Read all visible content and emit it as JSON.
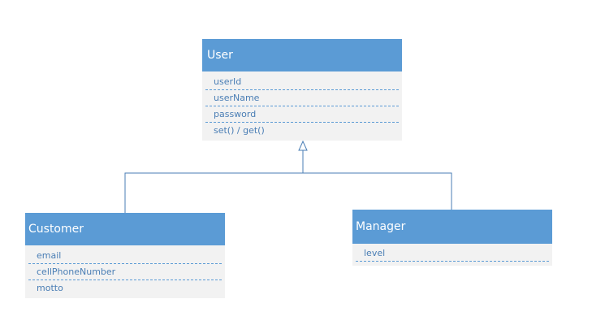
{
  "classes": {
    "user": {
      "name": "User",
      "members": [
        "userId",
        "userName",
        "password",
        "set() / get()"
      ]
    },
    "customer": {
      "name": "Customer",
      "members": [
        "email",
        "cellPhoneNumber",
        "motto"
      ]
    },
    "manager": {
      "name": "Manager",
      "members": [
        "level"
      ]
    }
  },
  "colors": {
    "header": "#5b9bd5",
    "body": "#f2f2f2",
    "member_text": "#4a7eb5",
    "connector": "#4a7eb5"
  }
}
